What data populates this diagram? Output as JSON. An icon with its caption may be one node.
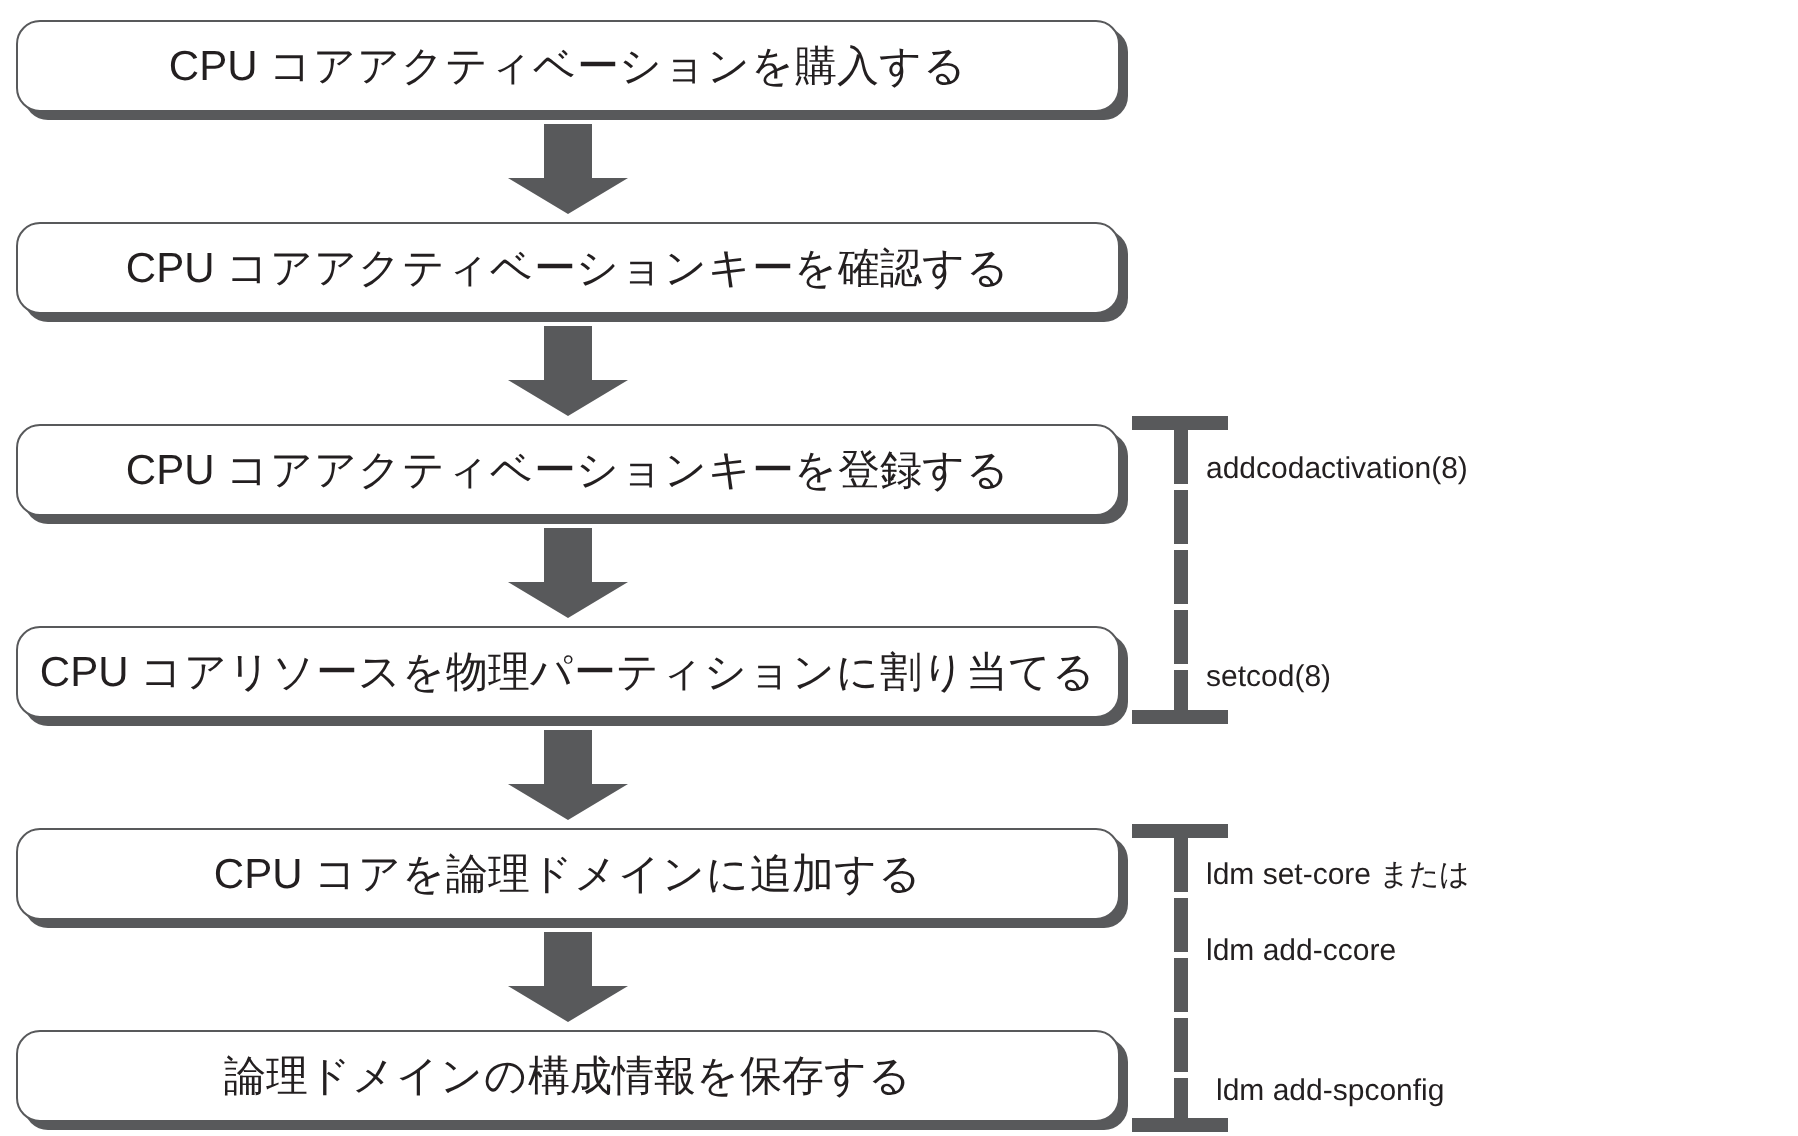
{
  "diagram": {
    "nodes": [
      {
        "text": [
          "CPU コアアクティベーションを購入する"
        ]
      },
      {
        "text": [
          "CPU コアアクティベーションキーを確認する"
        ]
      },
      {
        "text": [
          "CPU コアアクティベーションキーを登録する"
        ]
      },
      {
        "text": [
          "CPU コアリソースを物理パーティションに割り当てる"
        ]
      },
      {
        "text": [
          "CPU コアを論理ドメインに追加する"
        ]
      },
      {
        "text": [
          "論理ドメインの構成情報を保存する"
        ]
      }
    ],
    "edges": [
      {
        "from": 0,
        "to": 1,
        "arrow": "to"
      },
      {
        "from": 1,
        "to": 2,
        "arrow": "to"
      },
      {
        "from": 2,
        "to": 3,
        "arrow": "to"
      },
      {
        "from": 3,
        "to": 4,
        "arrow": "to"
      },
      {
        "from": 4,
        "to": 5,
        "arrow": "to"
      }
    ],
    "labels": [
      "addcodactivation(8)",
      "setcod(8)",
      "ldm set-core または",
      "ldm add-ccore",
      "ldm add-spconfig"
    ]
  }
}
